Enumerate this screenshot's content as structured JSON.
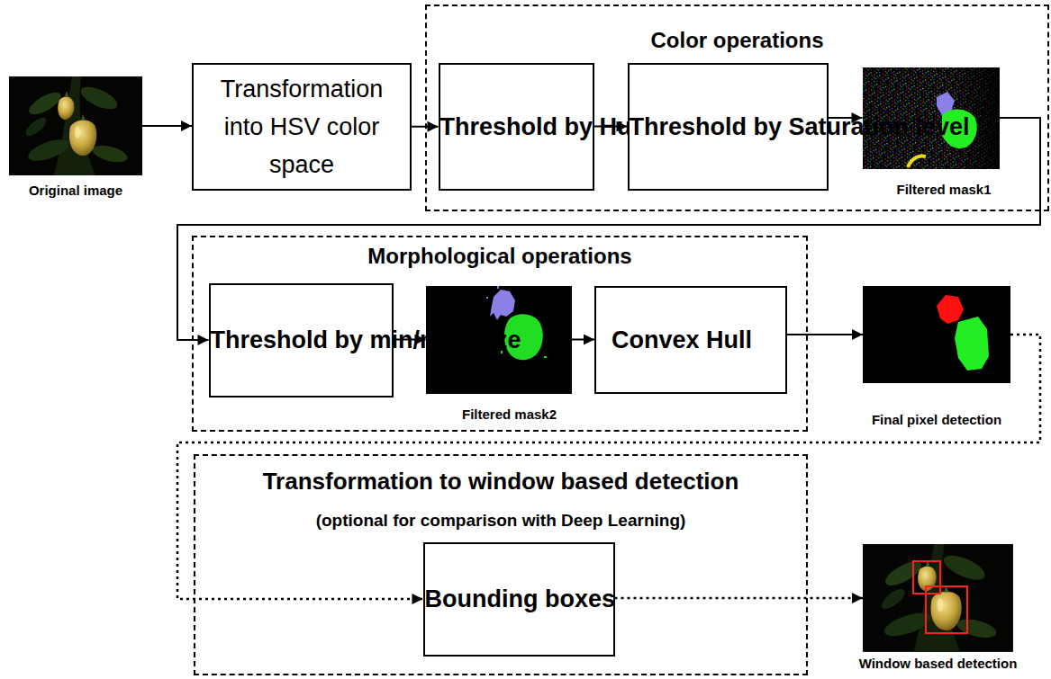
{
  "diagram": {
    "nodes": [
      {
        "text": [
          "Original image"
        ]
      },
      {
        "text": [
          "Transformation into HSV color space"
        ]
      },
      {
        "text": [
          "Color operations"
        ]
      },
      {
        "text": [
          "Threshold by Hue level"
        ],
        "in": 2
      },
      {
        "text": [
          "Threshold by Saturation level"
        ],
        "in": 2
      },
      {
        "text": [
          "Filtered mask1"
        ],
        "in": 2
      },
      {
        "text": [
          "Morphological operations"
        ]
      },
      {
        "text": [
          "Threshold by min/max size"
        ],
        "in": 6
      },
      {
        "text": [
          "Filtered mask2"
        ],
        "in": 6
      },
      {
        "text": [
          "Convex Hull"
        ],
        "in": 6
      },
      {
        "text": [
          "Final pixel detection"
        ]
      },
      {
        "text": [
          "Transformation to window based detection",
          "(optional for comparison with Deep Learning)"
        ]
      },
      {
        "text": [
          "Bounding boxes"
        ],
        "in": 11
      },
      {
        "text": [
          "Window based detection"
        ]
      }
    ],
    "edges": [
      {
        "from": 0,
        "to": 1,
        "arrow": "to"
      },
      {
        "from": 1,
        "to": 3,
        "arrow": "to"
      },
      {
        "from": 3,
        "to": 4,
        "arrow": "to"
      },
      {
        "from": 4,
        "to": 5,
        "arrow": "to"
      },
      {
        "from": 5,
        "to": 7,
        "arrow": "to"
      },
      {
        "from": 7,
        "to": 8,
        "arrow": "to"
      },
      {
        "from": 8,
        "to": 9,
        "arrow": "to"
      },
      {
        "from": 9,
        "to": 10,
        "arrow": "to"
      },
      {
        "from": 10,
        "to": 12,
        "arrow": "to"
      },
      {
        "from": 12,
        "to": 13,
        "arrow": "to"
      }
    ]
  }
}
